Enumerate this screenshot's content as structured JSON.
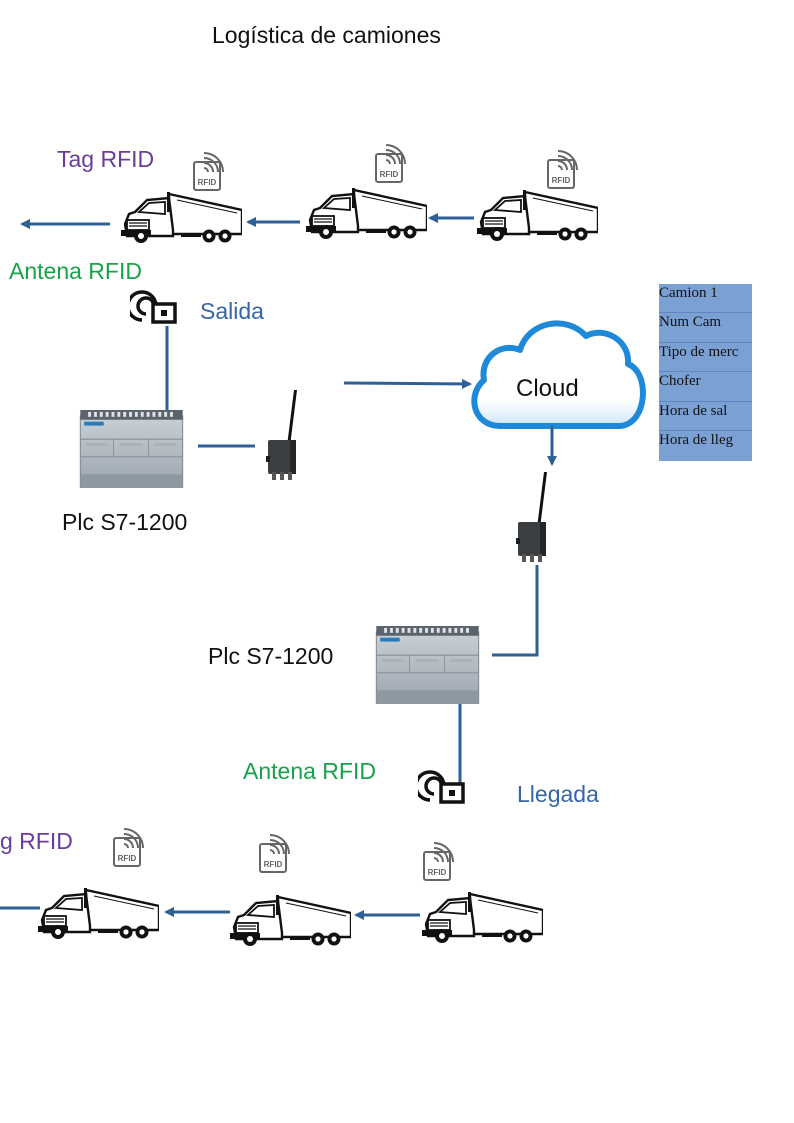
{
  "title": "Logística de camiones",
  "labels": {
    "tag_rfid_top": "Tag RFID",
    "antena_top": "Antena RFID",
    "salida": "Salida",
    "plc_top": "Plc S7-1200",
    "cloud": "Cloud",
    "plc_bottom": "Plc S7-1200",
    "antena_bottom": "Antena RFID",
    "llegada": "Llegada",
    "tag_rfid_bottom": "g RFID",
    "rfid_tag_text": "RFID"
  },
  "info_table": {
    "rows": [
      "Camion 1",
      "Num Cam",
      "Tipo de merc",
      "Chofer",
      "Hora de sal",
      "Hora de lleg"
    ]
  },
  "colors": {
    "arrow": "#2f5f97",
    "cloud_fill": "#ffffff",
    "cloud_edge": "#1e88d9",
    "table_bg": "#7ba0d4",
    "purple_label": "#6a3d9a",
    "green_label": "#17a34a",
    "blue_label": "#3566a6"
  },
  "icons": [
    "truck-icon",
    "rfid-tag-icon",
    "rfid-antenna-icon",
    "plc-icon",
    "wireless-module-icon",
    "cloud-icon"
  ]
}
